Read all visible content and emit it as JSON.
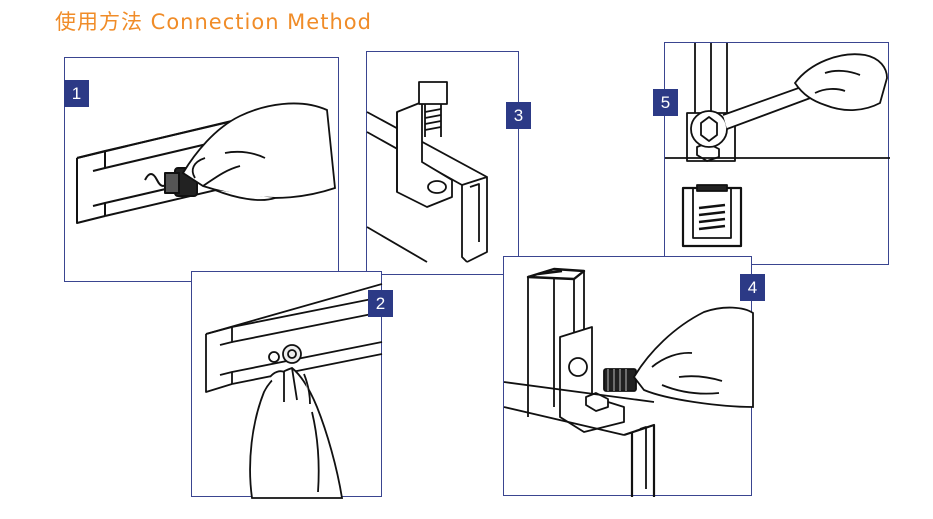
{
  "title": "使用方法 Connection Method",
  "steps": [
    {
      "number": "1"
    },
    {
      "number": "2"
    },
    {
      "number": "3"
    },
    {
      "number": "4"
    },
    {
      "number": "5"
    }
  ]
}
